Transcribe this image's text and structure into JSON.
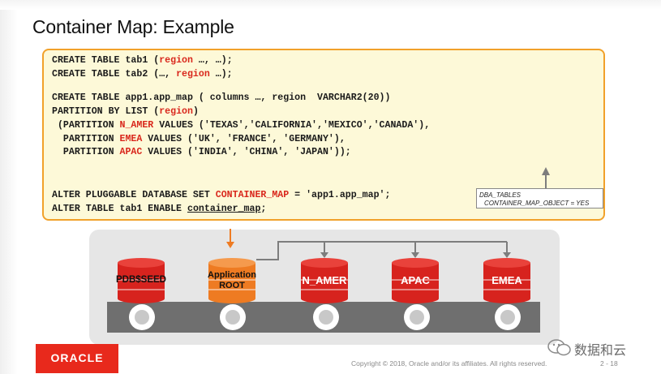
{
  "title": "Container Map: Example",
  "code": {
    "l1a": "CREATE TABLE tab1 (",
    "l1b": "region",
    "l1c": " …, …);",
    "l2a": "CREATE TABLE tab2 (…, ",
    "l2b": "region",
    "l2c": " …);",
    "l3": "CREATE TABLE app1.app_map ( columns …, region  VARCHAR2(20))",
    "l4a": "PARTITION BY LIST (",
    "l4b": "region",
    "l4c": ")",
    "l5a": " (PARTITION ",
    "l5b": "N_AMER",
    "l5c": " VALUES ('TEXAS','CALIFORNIA','MEXICO','CANADA'),",
    "l6a": "  PARTITION ",
    "l6b": "EMEA",
    "l6c": " VALUES ('UK', 'FRANCE', 'GERMANY'),",
    "l7a": "  PARTITION ",
    "l7b": "APAC",
    "l7c": " VALUES ('INDIA', 'CHINA', 'JAPAN'));",
    "l8a": "ALTER PLUGGABLE DATABASE SET ",
    "l8b": "CONTAINER_MAP",
    "l8c": " = 'app1.app_map';",
    "l9a": "ALTER TABLE tab1 ENABLE ",
    "l9b": "container_map",
    "l9c": ";"
  },
  "dba": {
    "line1": "DBA_TABLES",
    "line2": "CONTAINER_MAP_OBJECT = YES"
  },
  "containers": [
    {
      "label": "PDB$SEED",
      "color": "red"
    },
    {
      "label": "Application ROOT",
      "color": "orange"
    },
    {
      "label": "N_AMER",
      "color": "red"
    },
    {
      "label": "APAC",
      "color": "red"
    },
    {
      "label": "EMEA",
      "color": "red"
    }
  ],
  "footer": {
    "logo": "ORACLE",
    "copyright": "Copyright © 2018, Oracle and/or its affiliates. All rights reserved.",
    "page": "2 - 18",
    "watermark": "数据和云"
  },
  "colors": {
    "accent_orange": "#f1a12a",
    "oracle_red": "#e8291c",
    "highlight_red": "#d9271c",
    "code_bg": "#fdf9d8"
  }
}
